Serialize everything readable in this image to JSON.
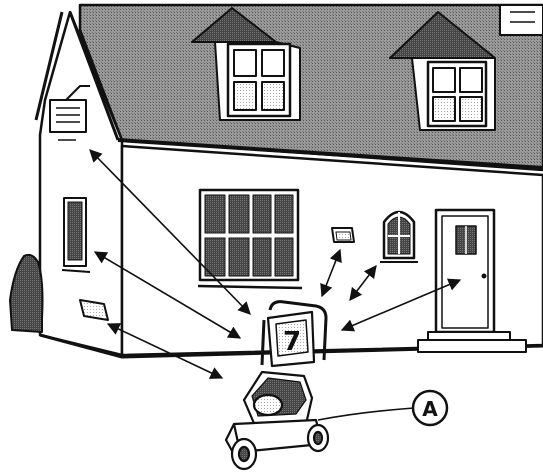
{
  "callout": {
    "label": "A"
  },
  "washer": {
    "display_digit": "7"
  },
  "colors": {
    "ink": "#111111",
    "roof": "#8a8a8a",
    "roof_dark": "#555555",
    "wall_shade": "#dddddd",
    "paper": "#ffffff"
  },
  "icons": [
    "house-illustration",
    "window-icon",
    "vent-icon",
    "door-icon",
    "shrub-icon",
    "pressure-washer-icon",
    "arrow-icon"
  ]
}
